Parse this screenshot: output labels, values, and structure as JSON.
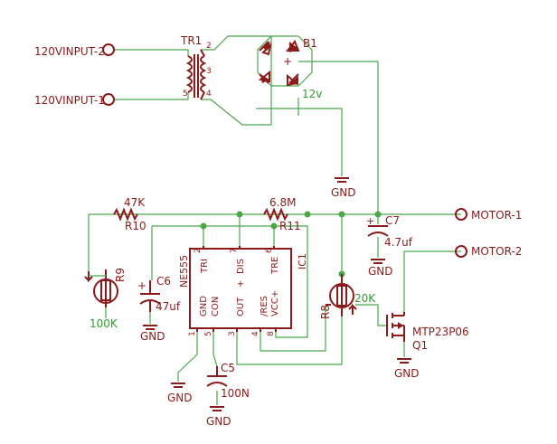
{
  "colors": {
    "wire": "#4aa84a",
    "component": "#8b1a1a",
    "net_label": "#2e9e2e",
    "background": "#ffffff"
  },
  "connectors": {
    "in2": "120VINPUT-2",
    "in1": "120VINPUT-1",
    "motor1": "MOTOR-1",
    "motor2": "MOTOR-2"
  },
  "transformer": {
    "ref": "TR1",
    "pin2": "2",
    "pin3": "3",
    "pin5": "5",
    "pin4": "4"
  },
  "bridge": {
    "ref": "B1",
    "plus": "+"
  },
  "net": {
    "v12": "12v"
  },
  "gnd": {
    "label": "GND"
  },
  "r10": {
    "value": "47K",
    "ref": "R10"
  },
  "r11": {
    "value": "6.8M",
    "ref": "R11"
  },
  "r9": {
    "ref": "R9",
    "value": "100K"
  },
  "r8": {
    "ref": "R8",
    "value": "20K"
  },
  "c6": {
    "ref": "C6",
    "value": "47uf",
    "plus": "+"
  },
  "c7": {
    "ref": "C7",
    "value": "4.7uf",
    "plus": "+"
  },
  "c5": {
    "ref": "C5",
    "value": "100N"
  },
  "q1": {
    "part": "MTP23P06",
    "ref": "Q1"
  },
  "ic1": {
    "part": "NE555",
    "ref": "IC1",
    "pins": {
      "tri": "TRI",
      "dis": "DIS",
      "tre": "TRE",
      "gnd": "GND",
      "con": "CON",
      "out": "OUT",
      "res": "/RES",
      "vcc": "VCC+"
    },
    "pin_numbers": {
      "p2": "2",
      "p7": "7",
      "p6": "6",
      "p1": "1",
      "p5": "5",
      "p3": "3",
      "p4": "4",
      "p8": "8"
    }
  }
}
